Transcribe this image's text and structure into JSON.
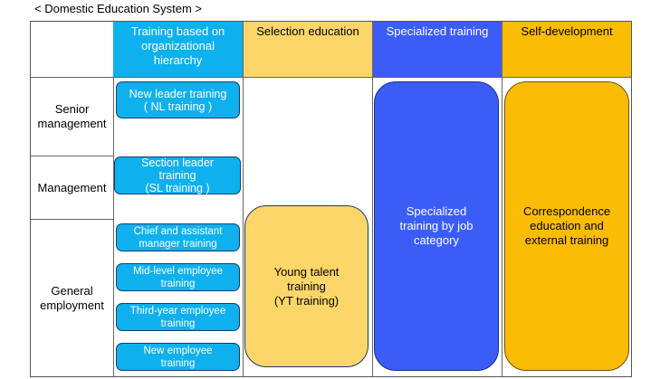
{
  "title": "< Domestic Education System >",
  "columns": [
    "Training based on\norganizational\nhierarchy",
    "Selection education",
    "Specialized training",
    "Self-development"
  ],
  "rows": [
    "Senior\nmanagement",
    "Management",
    "General\nemployment"
  ],
  "hierarchy_trainings": [
    "New leader training\n( NL training )",
    "Section leader\ntraining\n(SL training )",
    "Chief and assistant\nmanager training",
    "Mid-level employee\ntraining",
    "Third-year employee\ntraining",
    "New employee\ntraining"
  ],
  "selection_training": "Young talent\ntraining\n(YT training)",
  "specialized_training": "Specialized\ntraining by job\ncategory",
  "self_development": "Correspondence\neducation and\nexternal training",
  "colors": {
    "hierarchy": "#0fb0ee",
    "selection": "#fdd66a",
    "specialized": "#3b5df5",
    "self_development": "#fbbc05"
  }
}
